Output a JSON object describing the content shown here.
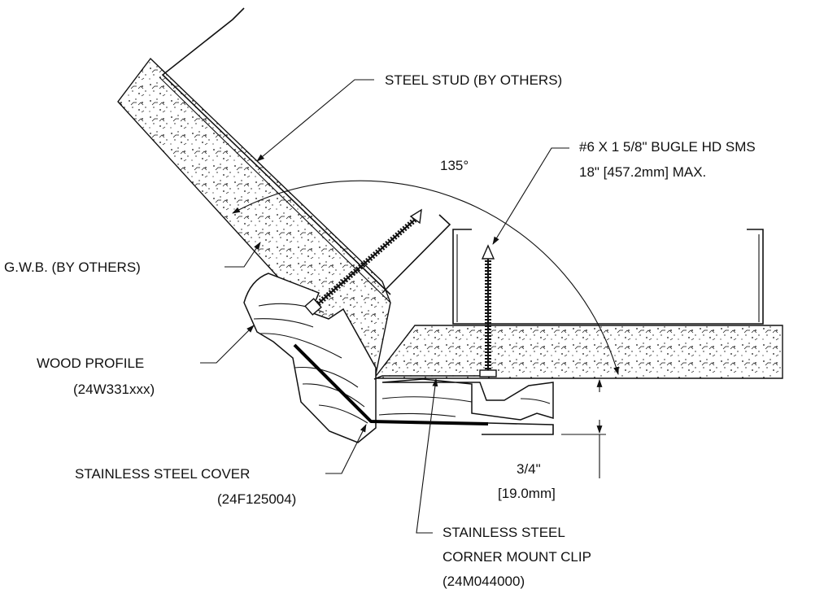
{
  "callouts": {
    "steel_stud": "STEEL STUD (BY OTHERS)",
    "angle": "135°",
    "screw_line1": "#6 X 1 5/8\" BUGLE HD SMS",
    "screw_line2": "18\" [457.2mm] MAX.",
    "gwb": "G.W.B. (BY OTHERS)",
    "wood_line1": "WOOD PROFILE",
    "wood_line2": "(24W331xxx)",
    "cover_line1": "STAINLESS STEEL COVER",
    "cover_line2": "(24F125004)",
    "dim_line1": "3/4\"",
    "dim_line2": "[19.0mm]",
    "clip_line1": "STAINLESS STEEL",
    "clip_line2": "CORNER MOUNT CLIP",
    "clip_line3": "(24M044000)"
  },
  "colors": {
    "ink": "#111111",
    "background": "#ffffff"
  }
}
